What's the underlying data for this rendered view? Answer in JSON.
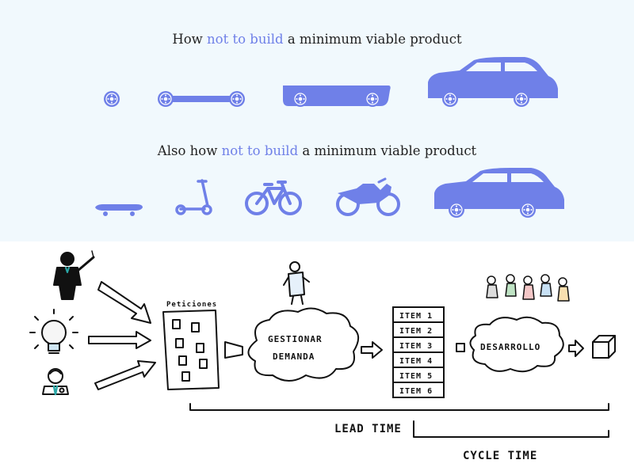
{
  "mvp_rows": [
    {
      "prefix": "How ",
      "highlight": "not to build",
      "suffix": " a minimum viable product"
    },
    {
      "prefix": "Also how ",
      "highlight": "not to build",
      "suffix": " a minimum viable product"
    }
  ],
  "colors": {
    "vehicle": "#6f80e8",
    "highlight": "#6f80e8",
    "panel_background": "#f1f9fd",
    "sketch_ink": "#111111"
  },
  "row1_icons": [
    "wheel-icon",
    "axle-icon",
    "car-chassis-icon",
    "car-icon"
  ],
  "row2_icons": [
    "skateboard-icon",
    "scooter-icon",
    "bicycle-icon",
    "motorcycle-icon",
    "car-icon"
  ],
  "flow": {
    "sources": [
      "presenter-icon",
      "lightbulb-icon",
      "doctor-icon"
    ],
    "requests_label": "Peticiones",
    "manage_label_line1": "GESTIONAR",
    "manage_label_line2": "DEMANDA",
    "backlog_items": [
      "ITEM 1",
      "ITEM 2",
      "ITEM 3",
      "ITEM 4",
      "ITEM 5",
      "ITEM 6"
    ],
    "dev_label": "DESARROLLO",
    "output_icon": "box-icon",
    "lead_time_label": "LEAD TIME",
    "cycle_time_label": "CYCLE TIME"
  }
}
